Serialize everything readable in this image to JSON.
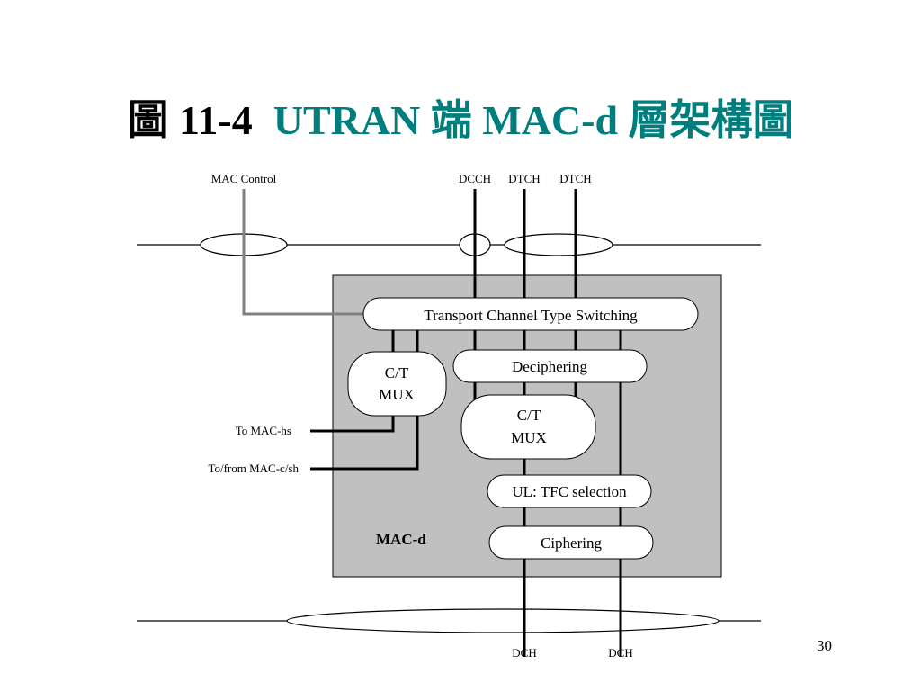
{
  "title": {
    "prefix": "圖 11-4",
    "main": "UTRAN 端 MAC-d 層架構圖"
  },
  "colors": {
    "title_accent": "#007d7d",
    "box_fill": "#c0c0c0",
    "control_line": "#808080",
    "block_fill": "#ffffff"
  },
  "top_labels": {
    "mac_control": "MAC Control",
    "dcch": "DCCH",
    "dtch_1": "DTCH",
    "dtch_2": "DTCH"
  },
  "blocks": {
    "transport_channel_switching": "Transport Channel Type Switching",
    "ct_mux_left": {
      "line1": "C/T",
      "line2": "MUX"
    },
    "deciphering": "Deciphering",
    "ct_mux_center": {
      "line1": "C/T",
      "line2": "MUX"
    },
    "ul_tfc_selection": "UL: TFC selection",
    "ciphering": "Ciphering",
    "mac_d_label": "MAC-d"
  },
  "side_labels": {
    "to_mac_hs": "To MAC-hs",
    "to_from_mac_c_sh": "To/from MAC-c/sh"
  },
  "bottom_labels": {
    "dch_1": "DCH",
    "dch_2": "DCH"
  },
  "page_number": "30"
}
